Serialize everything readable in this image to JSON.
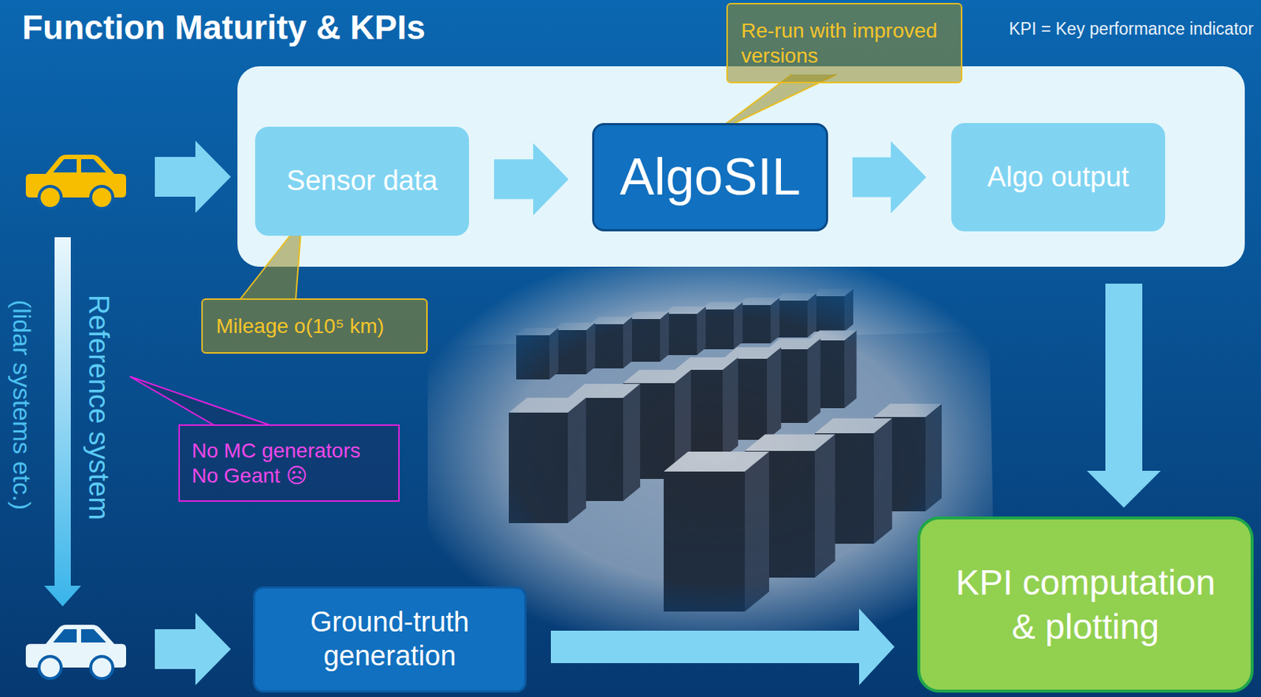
{
  "diagram": {
    "title": "Function Maturity & KPIs",
    "nodes": [
      {
        "text": [
          "Re-run with improved versions"
        ]
      },
      {
        "text": [
          "Sensor data"
        ]
      },
      {
        "text": [
          "AlgoSIL"
        ]
      },
      {
        "text": [
          "Algo output"
        ]
      },
      {
        "text": [
          "Mileage o(10⁵ km)"
        ]
      },
      {
        "text": [
          "No MC generators No Geant ☹"
        ]
      },
      {
        "text": [
          "KPI computation & plotting"
        ]
      },
      {
        "text": [
          "Ground-truth generation"
        ]
      }
    ],
    "edges": [
      {
        "from": 1,
        "to": 2,
        "arrow": "to"
      },
      {
        "from": 2,
        "to": 3,
        "arrow": "to"
      },
      {
        "from": 3,
        "to": 6,
        "arrow": "to"
      },
      {
        "from": 7,
        "to": 6,
        "arrow": "to"
      }
    ],
    "labels": [
      "KPI = Key performance indicator",
      "Reference system",
      "(lidar systems etc.)"
    ]
  }
}
